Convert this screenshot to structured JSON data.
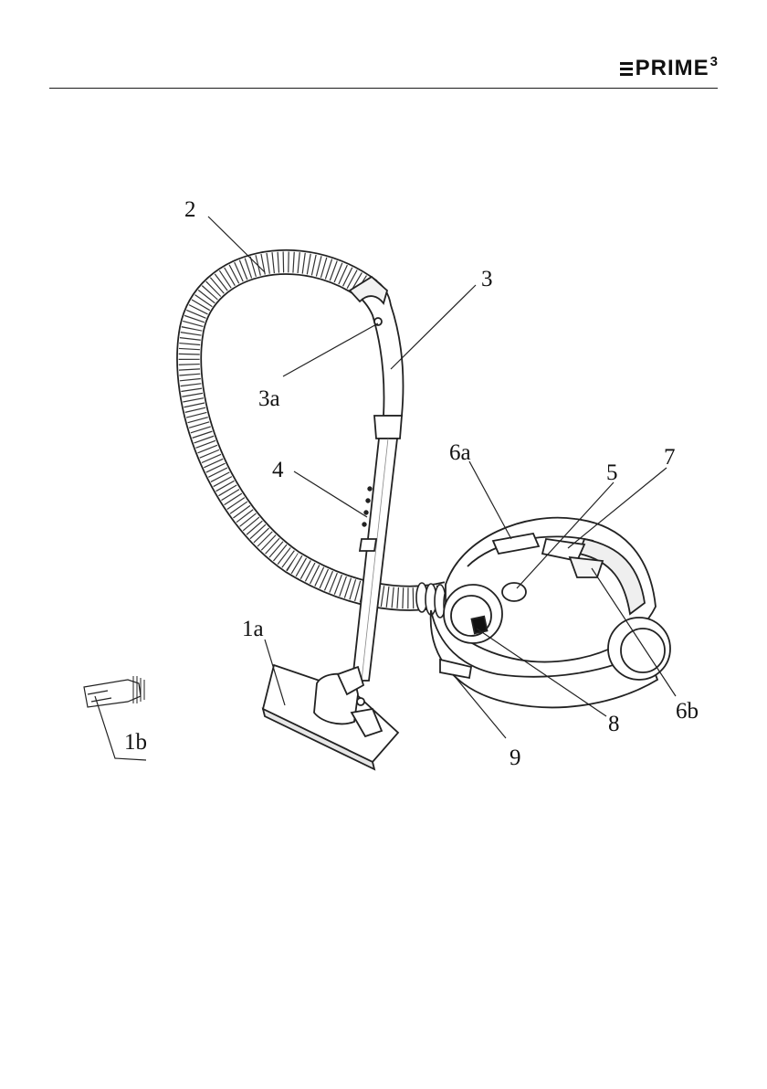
{
  "brand": {
    "mark": "PRIME",
    "superscript": "3"
  },
  "labels": {
    "hose": "2",
    "handle": "3",
    "power_regulator": "3a",
    "tube": "4",
    "floor_brush": "1a",
    "crevice_tool": "1b",
    "cord_button": "6a",
    "dust_indicator": "5",
    "power_control": "7",
    "power_switch": "6b",
    "hose_inlet": "8",
    "carry_handle": "9"
  }
}
